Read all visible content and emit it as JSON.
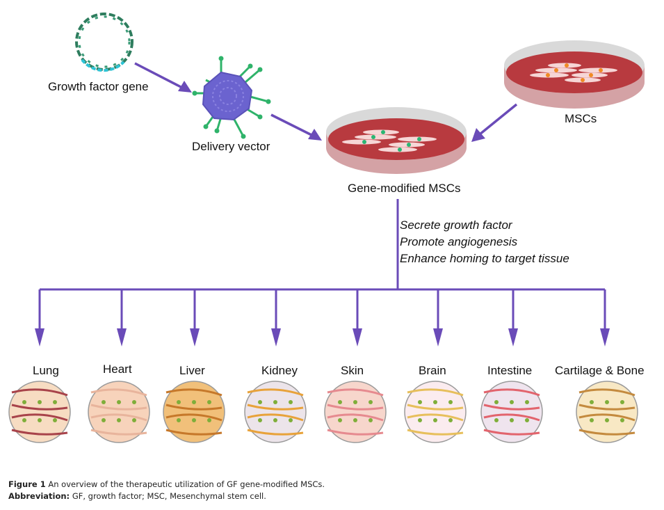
{
  "colors": {
    "arrow": "#6a4bb8",
    "dish_medium": "#b83a3f",
    "dish_rim": "#d9d9d9",
    "dish_side": "#d4a2a5",
    "dna_strand": "#2e7d5e",
    "dna_highlight": "#2ec4d6",
    "virus_body": "#6b63cf",
    "virus_spike": "#2fb36a",
    "msc_nucleus": "#f08a24",
    "modified_nucleus": "#2bb673",
    "cell_body": "#f6d6d6"
  },
  "top": {
    "gene_label": "Growth factor gene",
    "vector_label": "Delivery vector",
    "msc_label": "MSCs",
    "modified_label": "Gene-modified MSCs"
  },
  "effects": [
    "Secrete growth factor",
    "Promote angiogenesis",
    "Enhance homing to target tissue"
  ],
  "targets": [
    {
      "label": "Lung",
      "icon": "lung-tissue-icon"
    },
    {
      "label": "Heart",
      "icon": "heart-tissue-icon"
    },
    {
      "label": "Liver",
      "icon": "liver-tissue-icon"
    },
    {
      "label": "Kidney",
      "icon": "kidney-tissue-icon"
    },
    {
      "label": "Skin",
      "icon": "skin-tissue-icon"
    },
    {
      "label": "Brain",
      "icon": "brain-tissue-icon"
    },
    {
      "label": "Intestine",
      "icon": "intestine-tissue-icon"
    },
    {
      "label": "Cartilage & Bone",
      "icon": "cartilage-bone-tissue-icon"
    }
  ],
  "caption": {
    "figure_label": "Figure 1",
    "figure_text": " An overview of the therapeutic utilization of GF gene-modified MSCs.",
    "abbrev_label": "Abbreviation:",
    "abbrev_text": " GF, growth factor; MSC, Mesenchymal stem cell."
  }
}
